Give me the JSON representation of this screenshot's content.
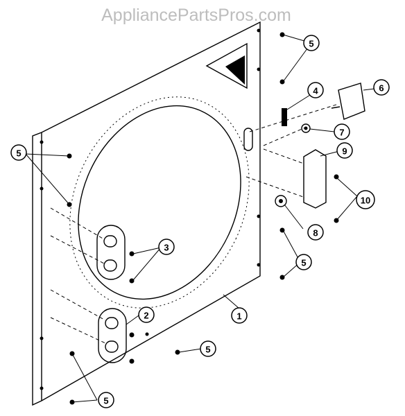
{
  "watermark": "AppliancePartsPros.com",
  "callouts": {
    "c1": "1",
    "c2": "2",
    "c3": "3",
    "c4": "4",
    "c5a": "5",
    "c5b": "5",
    "c5c": "5",
    "c5d": "5",
    "c5e": "5",
    "c6": "6",
    "c7": "7",
    "c8": "8",
    "c9": "9",
    "c10": "10"
  },
  "colors": {
    "line": "#000000",
    "watermark": "#bdbdbd",
    "background": "#ffffff"
  }
}
